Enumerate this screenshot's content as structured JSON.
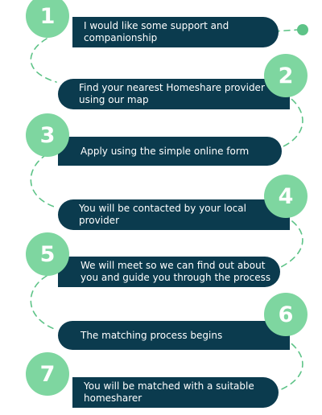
{
  "colors": {
    "pill": "#0b3b4e",
    "circle": "#7ed6a0",
    "connector": "#5dc387",
    "text": "#ffffff"
  },
  "steps": [
    {
      "number": "1",
      "text": "I would like some support and companionship"
    },
    {
      "number": "2",
      "text": "Find your nearest Homeshare provider using our map"
    },
    {
      "number": "3",
      "text": "Apply using the simple online form"
    },
    {
      "number": "4",
      "text": "You will be contacted by your local provider"
    },
    {
      "number": "5",
      "text": "We will meet so we can find out about you and guide you through the process"
    },
    {
      "number": "6",
      "text": "The matching process begins"
    },
    {
      "number": "7",
      "text": "You will be matched with a suitable homesharer"
    }
  ]
}
